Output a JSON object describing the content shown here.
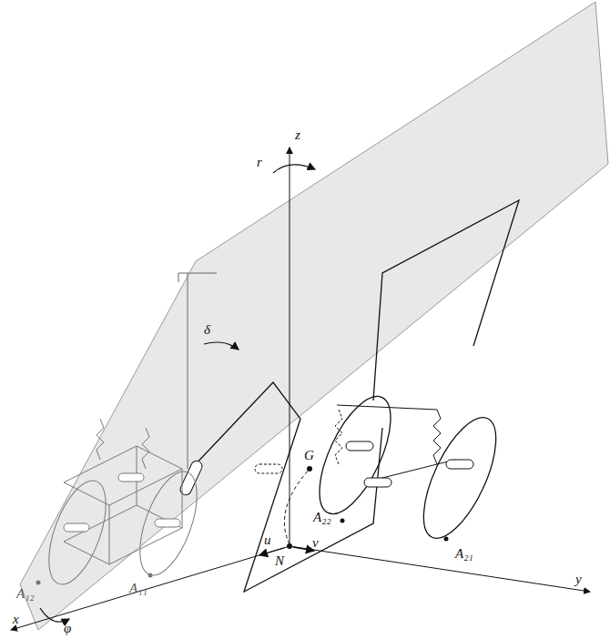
{
  "diagram": {
    "labels": [
      "z",
      "r",
      "δ",
      "G",
      "A₂₂",
      "A₂₁",
      "N",
      "u",
      "v",
      "y",
      "A₁₂",
      "φ",
      "A₁₁",
      "x"
    ]
  }
}
